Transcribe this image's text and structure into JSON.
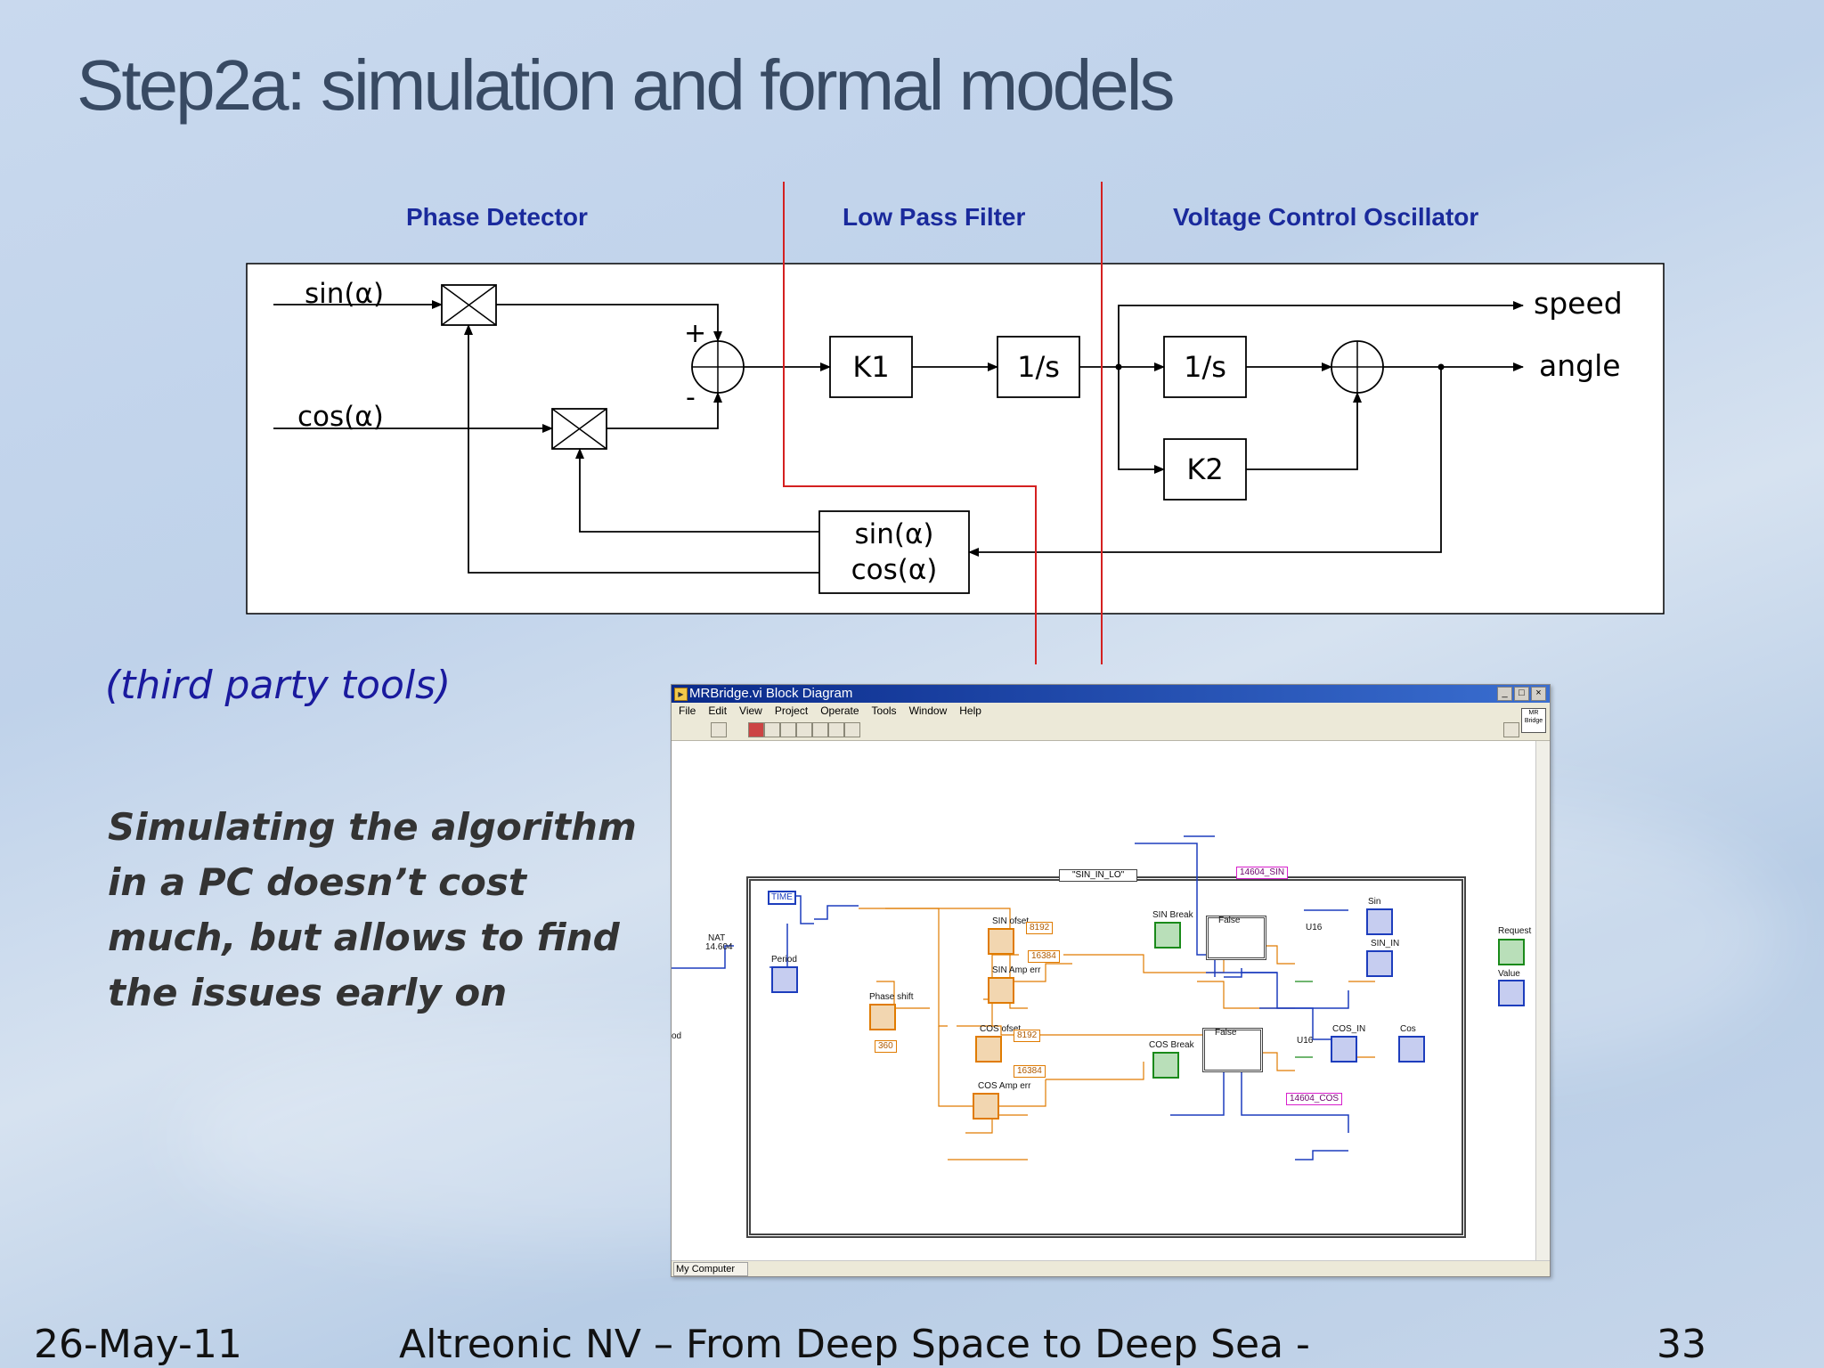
{
  "slide": {
    "title": "Step2a: simulation and formal models",
    "sections": {
      "phase_detector": "Phase Detector",
      "low_pass_filter": "Low Pass Filter",
      "vco": "Voltage Control Oscillator"
    },
    "note": "(third party tools)",
    "body_text": "Simulating the algorithm in a PC doesn’t cost much, but allows to find the issues early on",
    "footer": {
      "date": "26-May-11",
      "center": "Altreonic NV – From Deep Space to Deep Sea -",
      "page_number": "33"
    }
  },
  "block_diagram": {
    "input_sin": "sin(α)",
    "input_cos": "cos(α)",
    "sum_plus": "+",
    "sum_minus": "-",
    "gain_k1": "K1",
    "integrator_1": "1/s",
    "integrator_2": "1/s",
    "gain_k2": "K2",
    "output_speed": "speed",
    "output_angle": "angle",
    "feedback_sin": "sin(α)",
    "feedback_cos": "cos(α)"
  },
  "labview": {
    "window_title": "MRBridge.vi Block Diagram",
    "menu": [
      "File",
      "Edit",
      "View",
      "Project",
      "Operate",
      "Tools",
      "Window",
      "Help"
    ],
    "status_label": "My Computer",
    "icon_text": "MR Bridge",
    "case_selector": "\"SIN_IN_LO\"",
    "labels": {
      "time": "TIME",
      "period": "Period",
      "nat": "NAT",
      "nat_value": "14.604",
      "phase_shift": "Phase shift",
      "const_360": "360",
      "sin_offset": "SIN ofset",
      "sin_offset_val": "8192",
      "sin_amp_err": "SIN Amp err",
      "sin_amp_val": "16384",
      "sin_break": "SIN Break",
      "cos_offset": "COS ofset",
      "cos_offset_val": "8192",
      "cos_amp_err": "COS Amp err",
      "cos_amp_val": "16384",
      "cos_break": "COS Break",
      "false_1": "False",
      "false_2": "False",
      "sin_const": "14604_SIN",
      "cos_const": "14604_COS",
      "sin": "Sin",
      "sin_in": "SIN_IN",
      "cos_in": "COS_IN",
      "cos": "Cos",
      "request": "Request",
      "value": "Value",
      "u16_1": "U16",
      "u16_2": "U16",
      "od": "od"
    }
  },
  "colors": {
    "title": "#384a63",
    "section_label": "#1a2a9c",
    "divider": "#d42020",
    "note": "#1a1a9e",
    "body_text": "#333333"
  }
}
